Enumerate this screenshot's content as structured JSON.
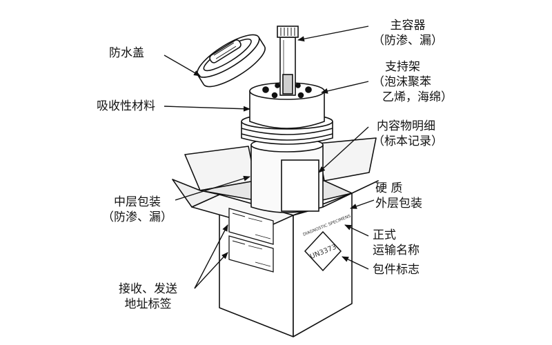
{
  "labels": {
    "lid": "防水盖",
    "primary_line1": "主容器",
    "primary_line2": "（防渗、漏）",
    "support_line1": "支持架",
    "support_line2": "（泡沫聚苯",
    "support_line3": "乙烯，海绵）",
    "absorbent": "吸收性材料",
    "contents_line1": "内容物明细",
    "contents_line2": "（标本记录）",
    "outer_line1": "硬  质",
    "outer_line2": "外层包装",
    "secondary_line1": "中层包装",
    "secondary_line2": "（防渗、漏）",
    "shipping_line1": "正式",
    "shipping_line2": "运输名称",
    "package_mark": "包件标志",
    "address_line1": "接收、发送",
    "address_line2": "地址标签"
  },
  "box_markings": {
    "un_number": "UN3373",
    "side_text": "DIAGNOSTIC SPECIMENS"
  },
  "colors": {
    "ink": "#111111",
    "background": "#ffffff"
  }
}
